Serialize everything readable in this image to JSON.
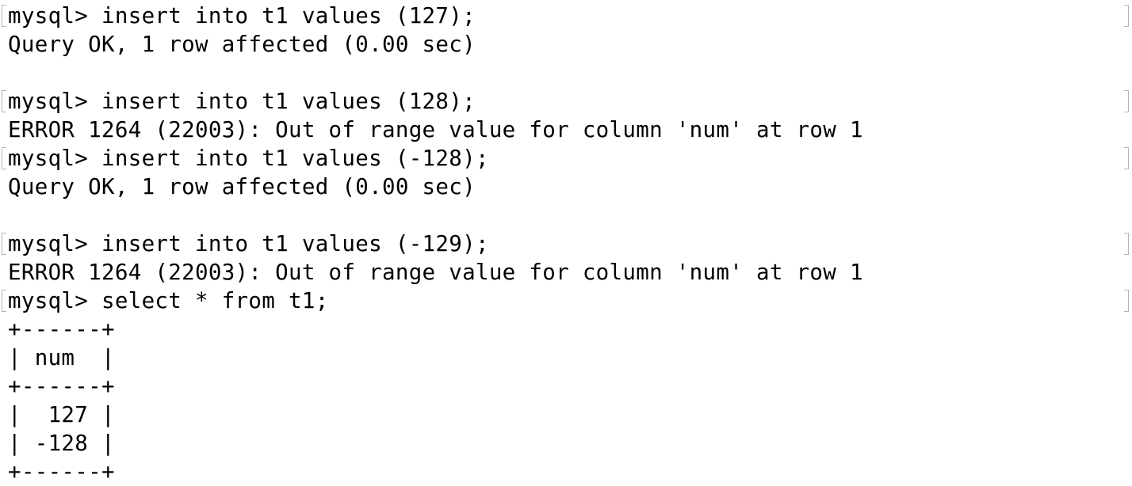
{
  "terminal": {
    "lines": [
      "mysql> insert into t1 values (127);",
      "Query OK, 1 row affected (0.00 sec)",
      "",
      "mysql> insert into t1 values (128);",
      "ERROR 1264 (22003): Out of range value for column 'num' at row 1",
      "mysql> insert into t1 values (-128);",
      "Query OK, 1 row affected (0.00 sec)",
      "",
      "mysql> insert into t1 values (-129);",
      "ERROR 1264 (22003): Out of range value for column 'num' at row 1",
      "mysql> select * from t1;",
      "+------+",
      "| num  |",
      "+------+",
      "|  127 |",
      "| -128 |",
      "+------+"
    ]
  }
}
